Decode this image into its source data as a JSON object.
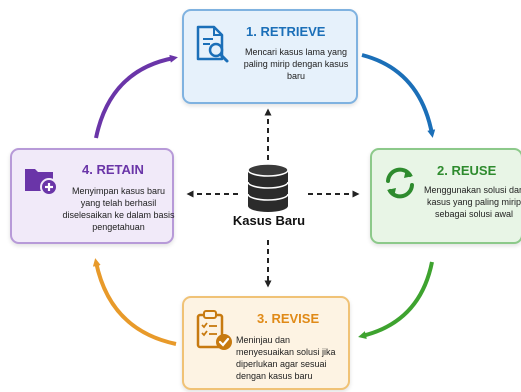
{
  "center": {
    "label": "Kasus Baru",
    "icon": "database-icon"
  },
  "stages": [
    {
      "id": "retrieve",
      "title": "1. RETRIEVE",
      "description": "Mencari kasus lama yang paling mirip dengan kasus baru",
      "icon": "document-search-icon",
      "color": "#1b6fb8",
      "fill": "#e6f1fb",
      "border": "#7fb2e0"
    },
    {
      "id": "reuse",
      "title": "2. REUSE",
      "description": "Menggunakan solusi dari kasus yang paling mirip sebagai solusi awal",
      "icon": "refresh-cycle-icon",
      "color": "#2e8b2e",
      "fill": "#e8f5e6",
      "border": "#8cc98a"
    },
    {
      "id": "revise",
      "title": "3. REVISE",
      "description": "Meninjau dan menyesuaikan solusi jika diperlukan agar sesuai dengan kasus baru",
      "icon": "clipboard-check-icon",
      "color": "#e08a17",
      "fill": "#fdf3e3",
      "border": "#f0c276"
    },
    {
      "id": "retain",
      "title": "4. RETAIN",
      "description": "Menyimpan kasus baru yang telah berhasil diselesaikan ke dalam basis pengetahuan",
      "icon": "folder-add-icon",
      "color": "#6a35a8",
      "fill": "#f1eaf9",
      "border": "#b79ad8"
    }
  ],
  "colors": {
    "arrow_retrieve_to_reuse": "#1b6fb8",
    "arrow_reuse_to_revise": "#3ea32f",
    "arrow_revise_to_retain": "#e89a2a",
    "arrow_retain_to_retrieve": "#6a35a8",
    "dashed_arrows": "#222222"
  }
}
